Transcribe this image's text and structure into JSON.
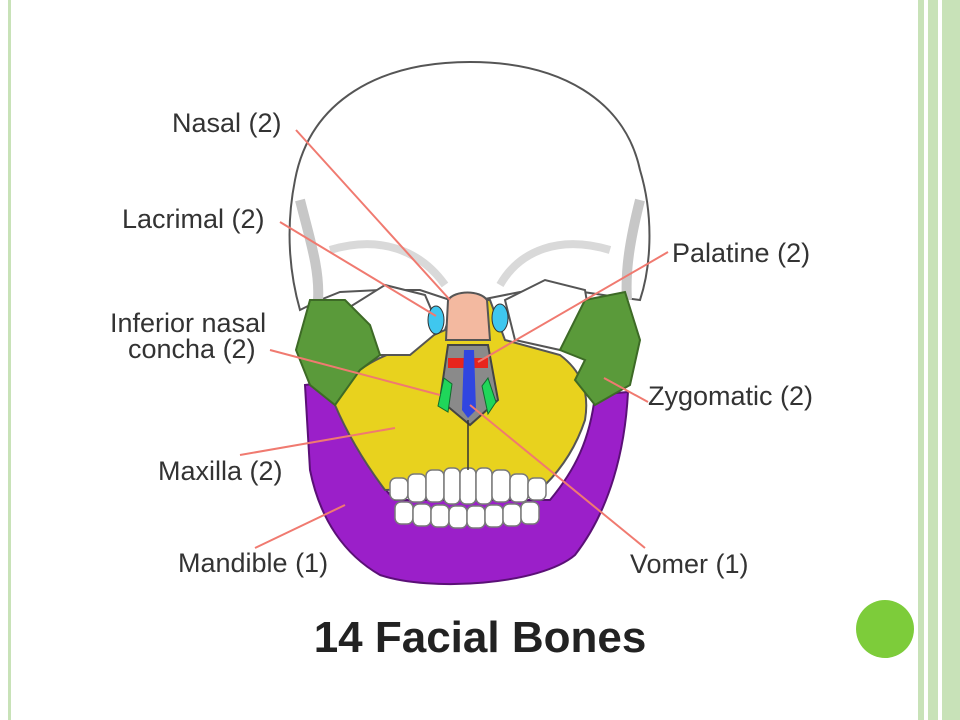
{
  "slide": {
    "title": "14 Facial Bones",
    "accent_color": "#7dcc3a",
    "frame_color": "#c8e2b8"
  },
  "labels": {
    "nasal": "Nasal (2)",
    "lacrimal": "Lacrimal (2)",
    "inferior_nasal_1": "Inferior nasal",
    "inferior_nasal_2": "concha (2)",
    "maxilla": "Maxilla (2)",
    "mandible": "Mandible (1)",
    "palatine": "Palatine (2)",
    "zygomatic": "Zygomatic (2)",
    "vomer": "Vomer (1)"
  },
  "bone_colors": {
    "skull": "#ffffff",
    "nasal": "#f3b9a0",
    "lacrimal": "#3fc7ef",
    "inferior_nasal_concha": "#1fd65a",
    "maxilla": "#e8d21e",
    "mandible": "#9b1fc9",
    "palatine": "#e8251c",
    "zygomatic": "#5a9a3a",
    "vomer": "#3046e0",
    "leader_line": "#f07a70"
  }
}
